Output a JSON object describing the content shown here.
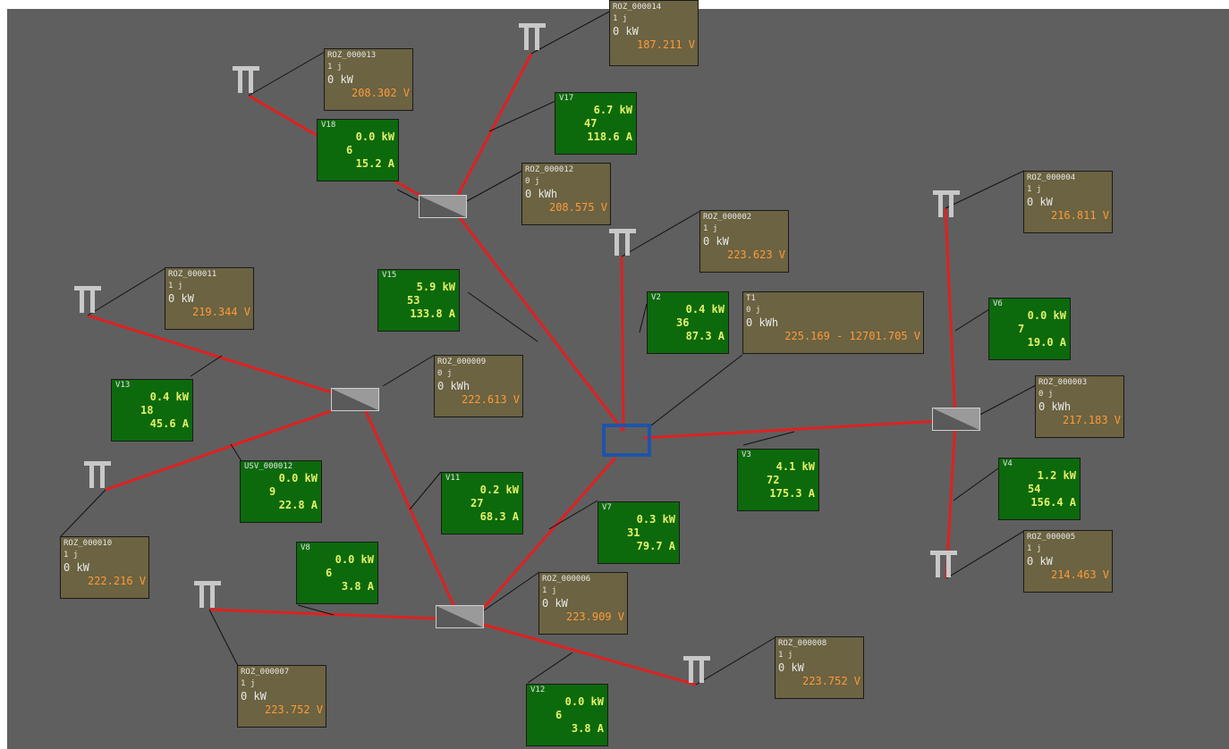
{
  "t1": {
    "id": "T1",
    "state": "0 j",
    "unit": "0 kWh",
    "range": "225.169 - 12701.705 V"
  },
  "outlets": [
    {
      "id": "ROZ_000014",
      "state": "1 j",
      "power": "0 kW",
      "voltage": "187.211 V"
    },
    {
      "id": "ROZ_000013",
      "state": "1 j",
      "power": "0 kW",
      "voltage": "208.302 V"
    },
    {
      "id": "ROZ_000012",
      "state": "0 j",
      "power": "0 kWh",
      "voltage": "208.575 V"
    },
    {
      "id": "ROZ_000002",
      "state": "1 j",
      "power": "0 kW",
      "voltage": "223.623 V"
    },
    {
      "id": "ROZ_000004",
      "state": "1 j",
      "power": "0 kW",
      "voltage": "216.811 V"
    },
    {
      "id": "ROZ_000011",
      "state": "1 j",
      "power": "0 kW",
      "voltage": "219.344 V"
    },
    {
      "id": "ROZ_000009",
      "state": "0 j",
      "power": "0 kWh",
      "voltage": "222.613 V"
    },
    {
      "id": "ROZ_000003",
      "state": "0 j",
      "power": "0 kWh",
      "voltage": "217.183 V"
    },
    {
      "id": "ROZ_000010",
      "state": "1 j",
      "power": "0 kW",
      "voltage": "222.216 V"
    },
    {
      "id": "ROZ_000006",
      "state": "1 j",
      "power": "0 kW",
      "voltage": "223.909 V"
    },
    {
      "id": "ROZ_000005",
      "state": "1 j",
      "power": "0 kW",
      "voltage": "214.463 V"
    },
    {
      "id": "ROZ_000008",
      "state": "1 j",
      "power": "0 kW",
      "voltage": "223.752 V"
    },
    {
      "id": "ROZ_000007",
      "state": "1 j",
      "power": "0 kW",
      "voltage": "223.752 V"
    }
  ],
  "lines": [
    {
      "id": "V17",
      "power": "6.7 kW",
      "count": "47",
      "current": "118.6 A"
    },
    {
      "id": "V18",
      "power": "0.0 kW",
      "count": "6",
      "current": "15.2 A"
    },
    {
      "id": "V15",
      "power": "5.9 kW",
      "count": "53",
      "current": "133.8 A"
    },
    {
      "id": "V2",
      "power": "0.4 kW",
      "count": "36",
      "current": "87.3 A"
    },
    {
      "id": "V6",
      "power": "0.0 kW",
      "count": "7",
      "current": "19.0 A"
    },
    {
      "id": "V13",
      "power": "0.4 kW",
      "count": "18",
      "current": "45.6 A"
    },
    {
      "id": "V3",
      "power": "4.1 kW",
      "count": "72",
      "current": "175.3 A"
    },
    {
      "id": "V4",
      "power": "1.2 kW",
      "count": "54",
      "current": "156.4 A"
    },
    {
      "id": "USV_000012",
      "power": "0.0 kW",
      "count": "9",
      "current": "22.8 A"
    },
    {
      "id": "V11",
      "power": "0.2 kW",
      "count": "27",
      "current": "68.3 A"
    },
    {
      "id": "V7",
      "power": "0.3 kW",
      "count": "31",
      "current": "79.7 A"
    },
    {
      "id": "V8",
      "power": "0.0 kW",
      "count": "6",
      "current": "3.8 A"
    },
    {
      "id": "V12",
      "power": "0.0 kW",
      "count": "6",
      "current": "3.8 A"
    }
  ]
}
